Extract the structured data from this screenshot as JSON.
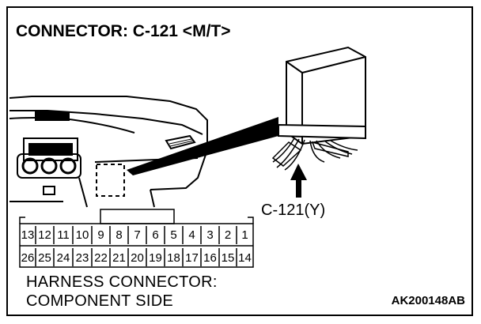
{
  "title": "CONNECTOR: C-121 <M/T>",
  "callout_label": "C-121(Y)",
  "connector": {
    "top_row": [
      "13",
      "12",
      "11",
      "10",
      "9",
      "8",
      "7",
      "6",
      "5",
      "4",
      "3",
      "2",
      "1"
    ],
    "bottom_row": [
      "26",
      "25",
      "24",
      "23",
      "22",
      "21",
      "20",
      "19",
      "18",
      "17",
      "16",
      "15",
      "14"
    ]
  },
  "caption": {
    "line1": "HARNESS CONNECTOR:",
    "line2": "COMPONENT SIDE"
  },
  "figure_code": "AK200148AB"
}
